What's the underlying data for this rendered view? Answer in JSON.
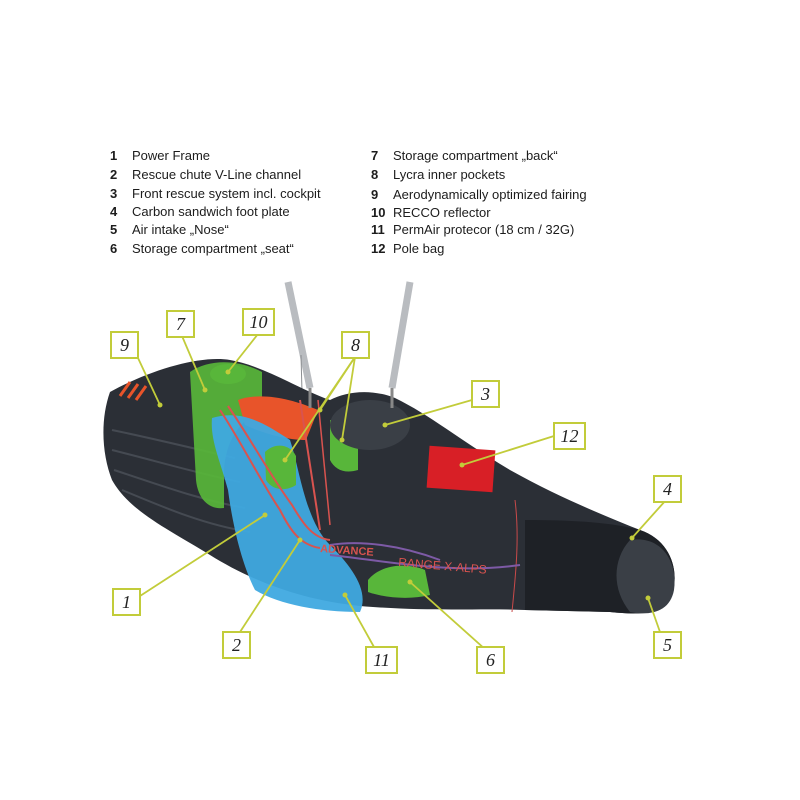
{
  "legend": {
    "left": [
      {
        "num": "1",
        "text": "Power Frame"
      },
      {
        "num": "2",
        "text": "Rescue chute V-Line channel"
      },
      {
        "num": "3",
        "text": "Front rescue system incl. cockpit"
      },
      {
        "num": "4",
        "text": "Carbon sandwich foot plate"
      },
      {
        "num": "5",
        "text": "Air intake „Nose“"
      },
      {
        "num": "6",
        "text": "Storage compartment „seat“"
      }
    ],
    "right": [
      {
        "num": "7",
        "text": "Storage compartment „back“"
      },
      {
        "num": "8",
        "text": "Lycra inner pockets"
      },
      {
        "num": "9",
        "text": "Aerodynamically optimized fairing"
      },
      {
        "num": "10",
        "text": "RECCO reflector"
      },
      {
        "num": "11",
        "text": "PermAir protecor (18 cm / 32G)"
      },
      {
        "num": "12",
        "text": "Pole bag"
      }
    ]
  },
  "harness": {
    "brand_text": "ADVANCE",
    "model_text": "RANGE X-ALPS"
  },
  "callouts": [
    "1",
    "2",
    "3",
    "4",
    "5",
    "6",
    "7",
    "8",
    "9",
    "10",
    "11",
    "12"
  ],
  "colors": {
    "callout_border": "#c2cc3a",
    "harness_body": "#2b2f36",
    "green_zone": "#58b63a",
    "blue_zone": "#3fa9e0",
    "orange_zone": "#e8542a",
    "red_bag": "#d81f26"
  }
}
